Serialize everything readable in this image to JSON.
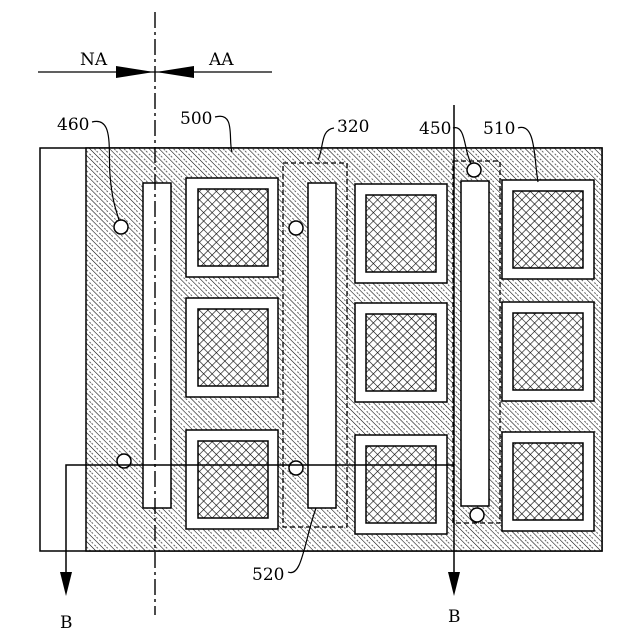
{
  "labels": {
    "na": "NA",
    "aa": "AA",
    "ref_460": "460",
    "ref_500": "500",
    "ref_320": "320",
    "ref_450": "450",
    "ref_510": "510",
    "ref_520": "520",
    "section_left": "B",
    "section_right": "B"
  }
}
